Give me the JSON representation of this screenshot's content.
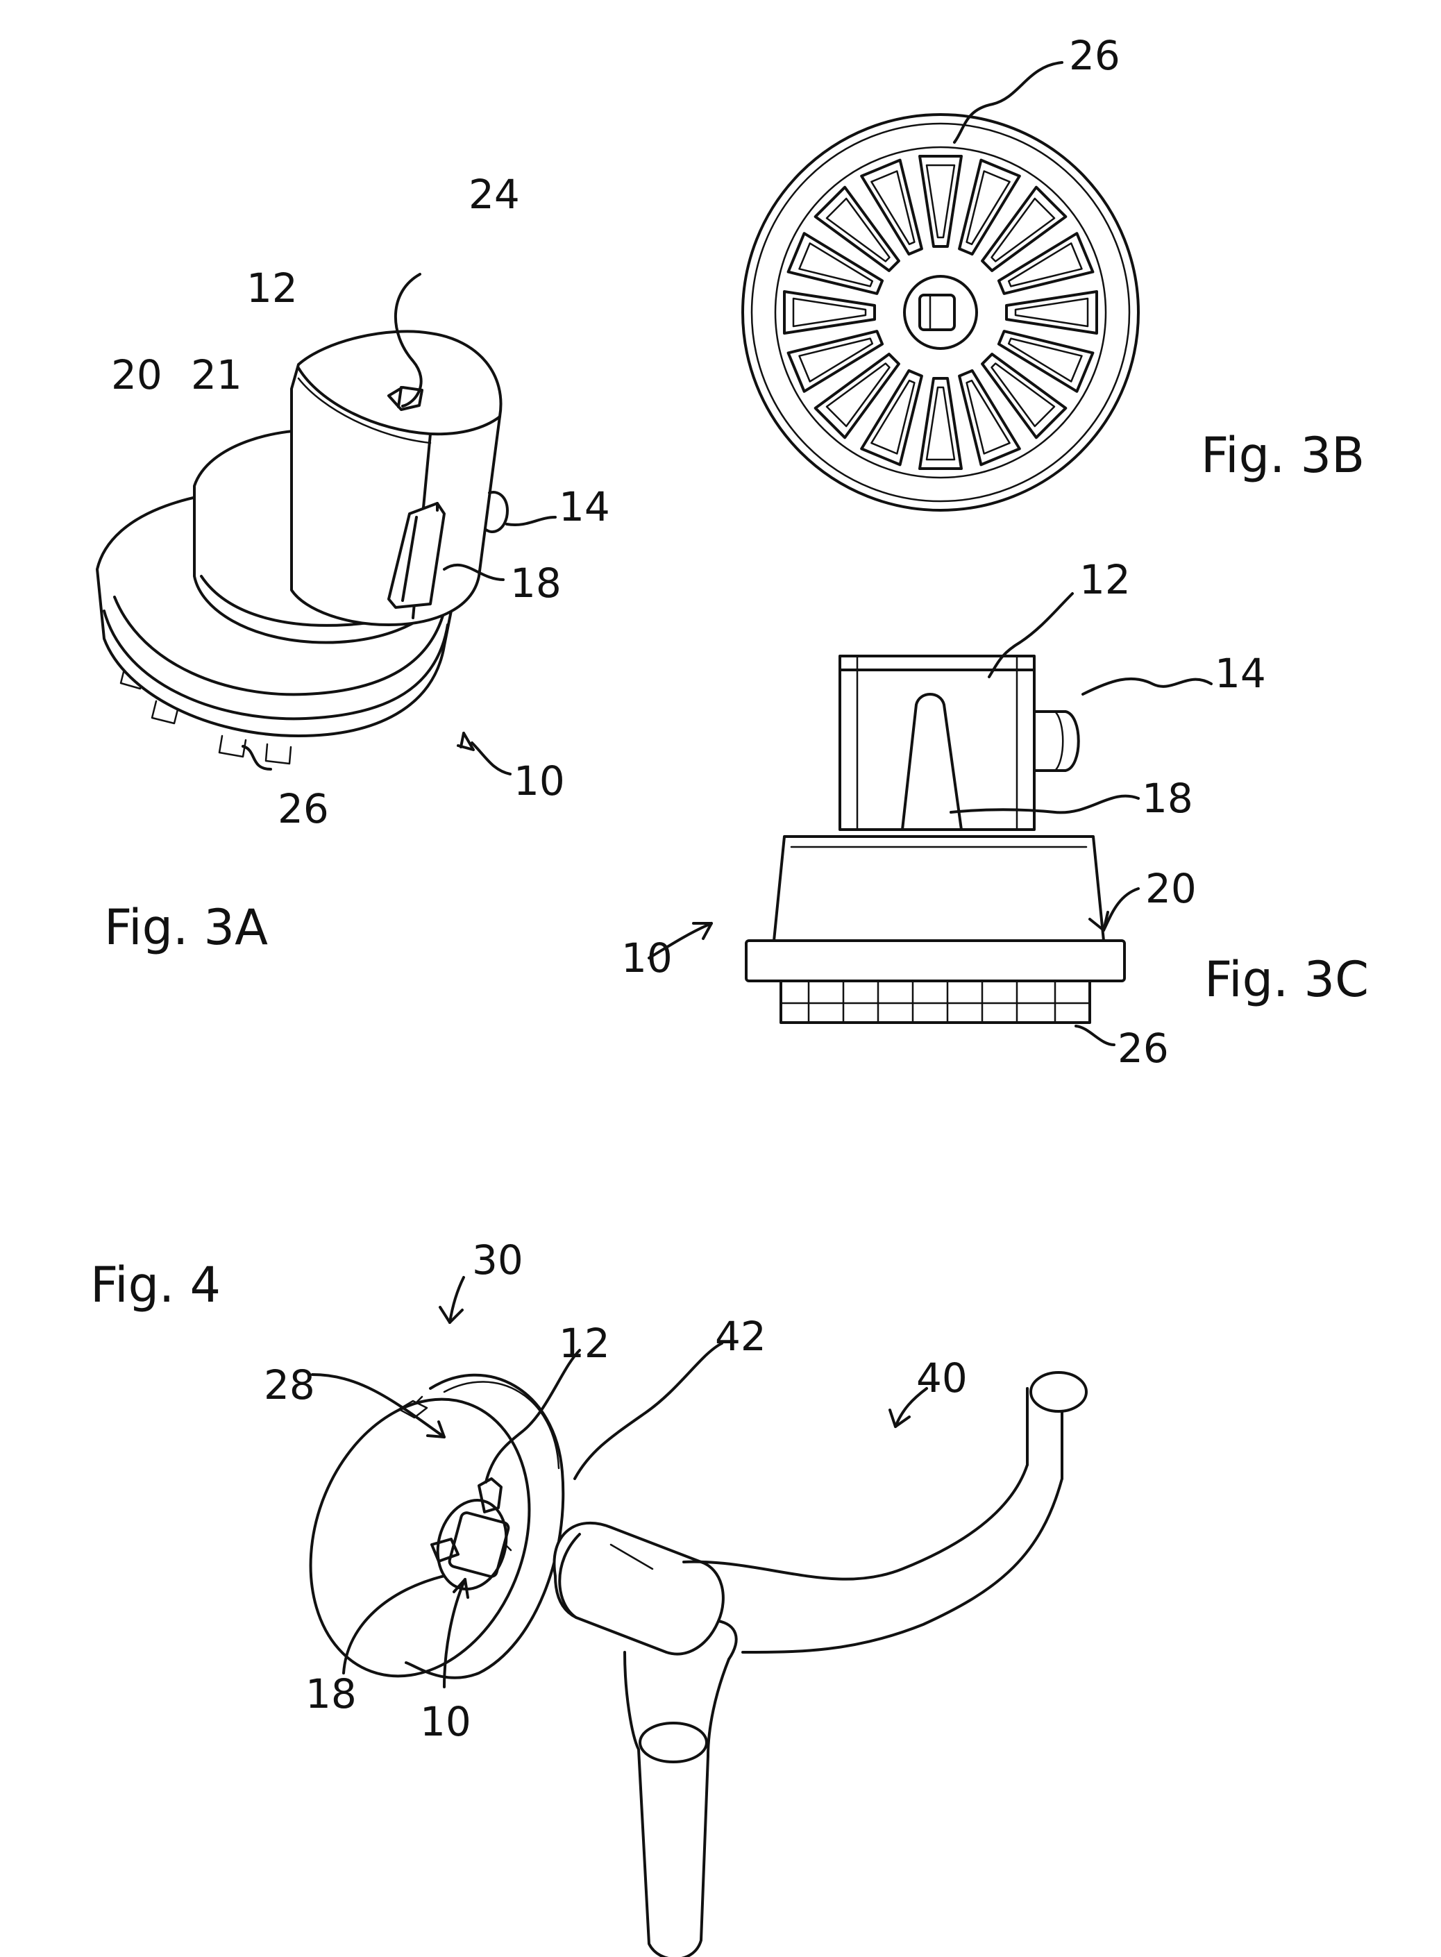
{
  "figures": {
    "fig3a": {
      "caption": "Fig. 3A",
      "labels": {
        "l24": "24",
        "l12": "12",
        "l20": "20",
        "l21": "21",
        "l14": "14",
        "l18": "18",
        "l26": "26",
        "l10": "10"
      }
    },
    "fig3b": {
      "caption": "Fig. 3B",
      "labels": {
        "l26": "26"
      }
    },
    "fig3c": {
      "caption": "Fig. 3C",
      "labels": {
        "l12": "12",
        "l14": "14",
        "l18": "18",
        "l20": "20",
        "l10": "10",
        "l26": "26"
      }
    },
    "fig4": {
      "caption": "Fig. 4",
      "labels": {
        "l30": "30",
        "l42": "42",
        "l12": "12",
        "l28": "28",
        "l40": "40",
        "l18": "18",
        "l10": "10"
      }
    }
  }
}
